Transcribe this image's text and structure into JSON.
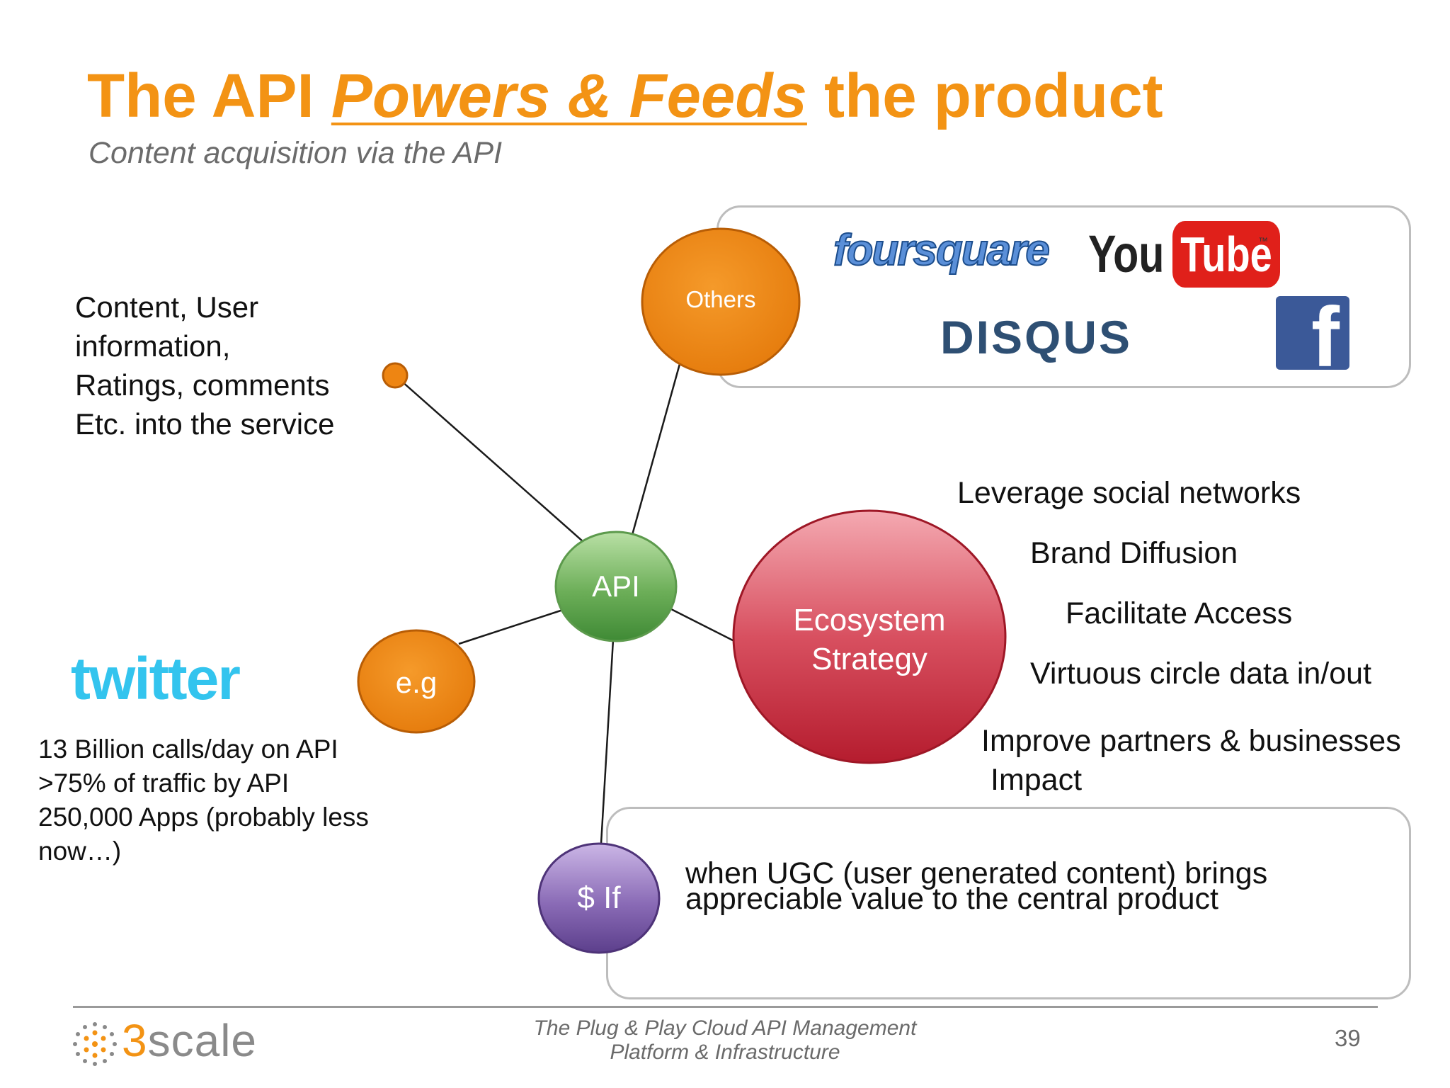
{
  "slide": {
    "title_part1": "The API ",
    "title_emphasis": "Powers & Feeds",
    "title_part2": " the product",
    "subtitle": "Content acquisition via the API"
  },
  "left_text": {
    "lines": [
      "Content, User",
      "information,",
      "Ratings, comments",
      "Etc. into the service"
    ]
  },
  "nodes": {
    "others": "Others",
    "api": "API",
    "eg": "e.g",
    "ecosystem_line1": "Ecosystem",
    "ecosystem_line2": "Strategy",
    "dollar_if": "$ If"
  },
  "logos": {
    "foursquare": "foursquare",
    "youtube_you": "You",
    "youtube_tube": "Tube",
    "youtube_tm": "™",
    "disqus": "DISQUS",
    "facebook": "f",
    "twitter": "twitter"
  },
  "ecosystem_points": [
    "Leverage social networks",
    "Brand Diffusion",
    "Facilitate Access",
    "Virtuous circle data in/out",
    "Improve partners & businesses",
    "Impact"
  ],
  "twitter_stats": {
    "lines": [
      "13 Billion calls/day on API",
      ">75% of traffic by API",
      "250,000 Apps (probably less",
      "now…)"
    ]
  },
  "ugc_box": {
    "line1": "when UGC (user generated content) brings",
    "line2": "appreciable value to the central product"
  },
  "footer": {
    "brand_prefix": "3",
    "brand_name": "scale",
    "tagline_line1": "The Plug & Play Cloud API Management",
    "tagline_line2": "Platform & Infrastructure",
    "page_number": "39"
  },
  "colors": {
    "accent_orange": "#f39314",
    "node_orange": "#ee8512",
    "api_green": "#6cae58",
    "ecosystem_red": "#cc3343",
    "dollar_purple": "#7a5aa6",
    "twitter_blue": "#33c4ee",
    "youtube_red": "#e0201a",
    "facebook_blue": "#3b5998",
    "disqus_slate": "#2e4f73"
  }
}
